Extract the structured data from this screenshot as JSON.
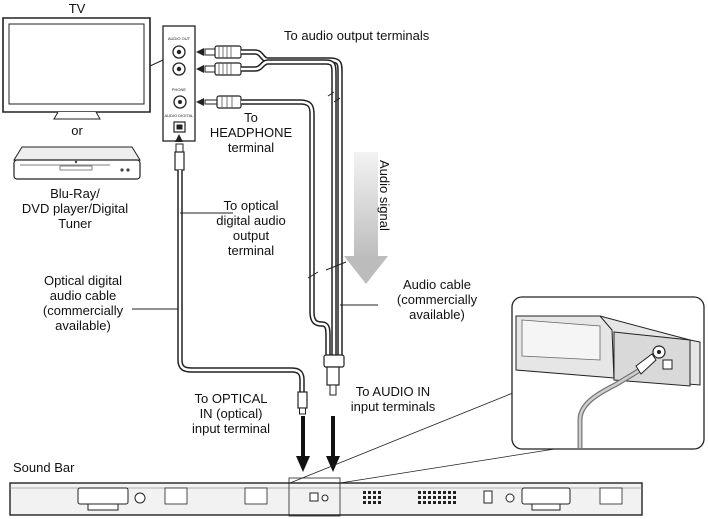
{
  "labels": {
    "tv": "TV",
    "or": "or",
    "player": [
      "Blu-Ray/",
      "DVD player/Digital",
      "Tuner"
    ],
    "to_audio_output": "To audio output terminals",
    "to_headphone": [
      "To",
      "HEADPHONE",
      "terminal"
    ],
    "to_optical_output": [
      "To optical",
      "digital audio",
      "output",
      "terminal"
    ],
    "optical_cable": [
      "Optical digital",
      "audio cable",
      "(commercially",
      "available)"
    ],
    "audio_signal": "Audio signal",
    "audio_cable": [
      "Audio cable",
      "(commercially",
      "available)"
    ],
    "to_optical_in": [
      "To OPTICAL",
      "IN (optical)",
      "input terminal"
    ],
    "to_audio_in": [
      "To AUDIO IN",
      "input terminals"
    ],
    "sound_bar": "Sound Bar"
  },
  "panel_labels": {
    "audio_out": "AUDIO OUT",
    "phone": "PHONE",
    "audio_digital": "AUDIO DIGITAL"
  },
  "colors": {
    "line": "#222222",
    "cable_fill": "#ffffff",
    "signal_arrow": "#cfcfcf",
    "inset_bg": "#e6e6e6",
    "bar_fill": "#f2f2f2"
  },
  "icons": [
    "tv-icon",
    "player-icon",
    "jack-panel-icon",
    "rca-plug-icon",
    "mini-plug-icon",
    "optical-plug-icon",
    "down-arrow-icon",
    "sound-bar-icon"
  ]
}
